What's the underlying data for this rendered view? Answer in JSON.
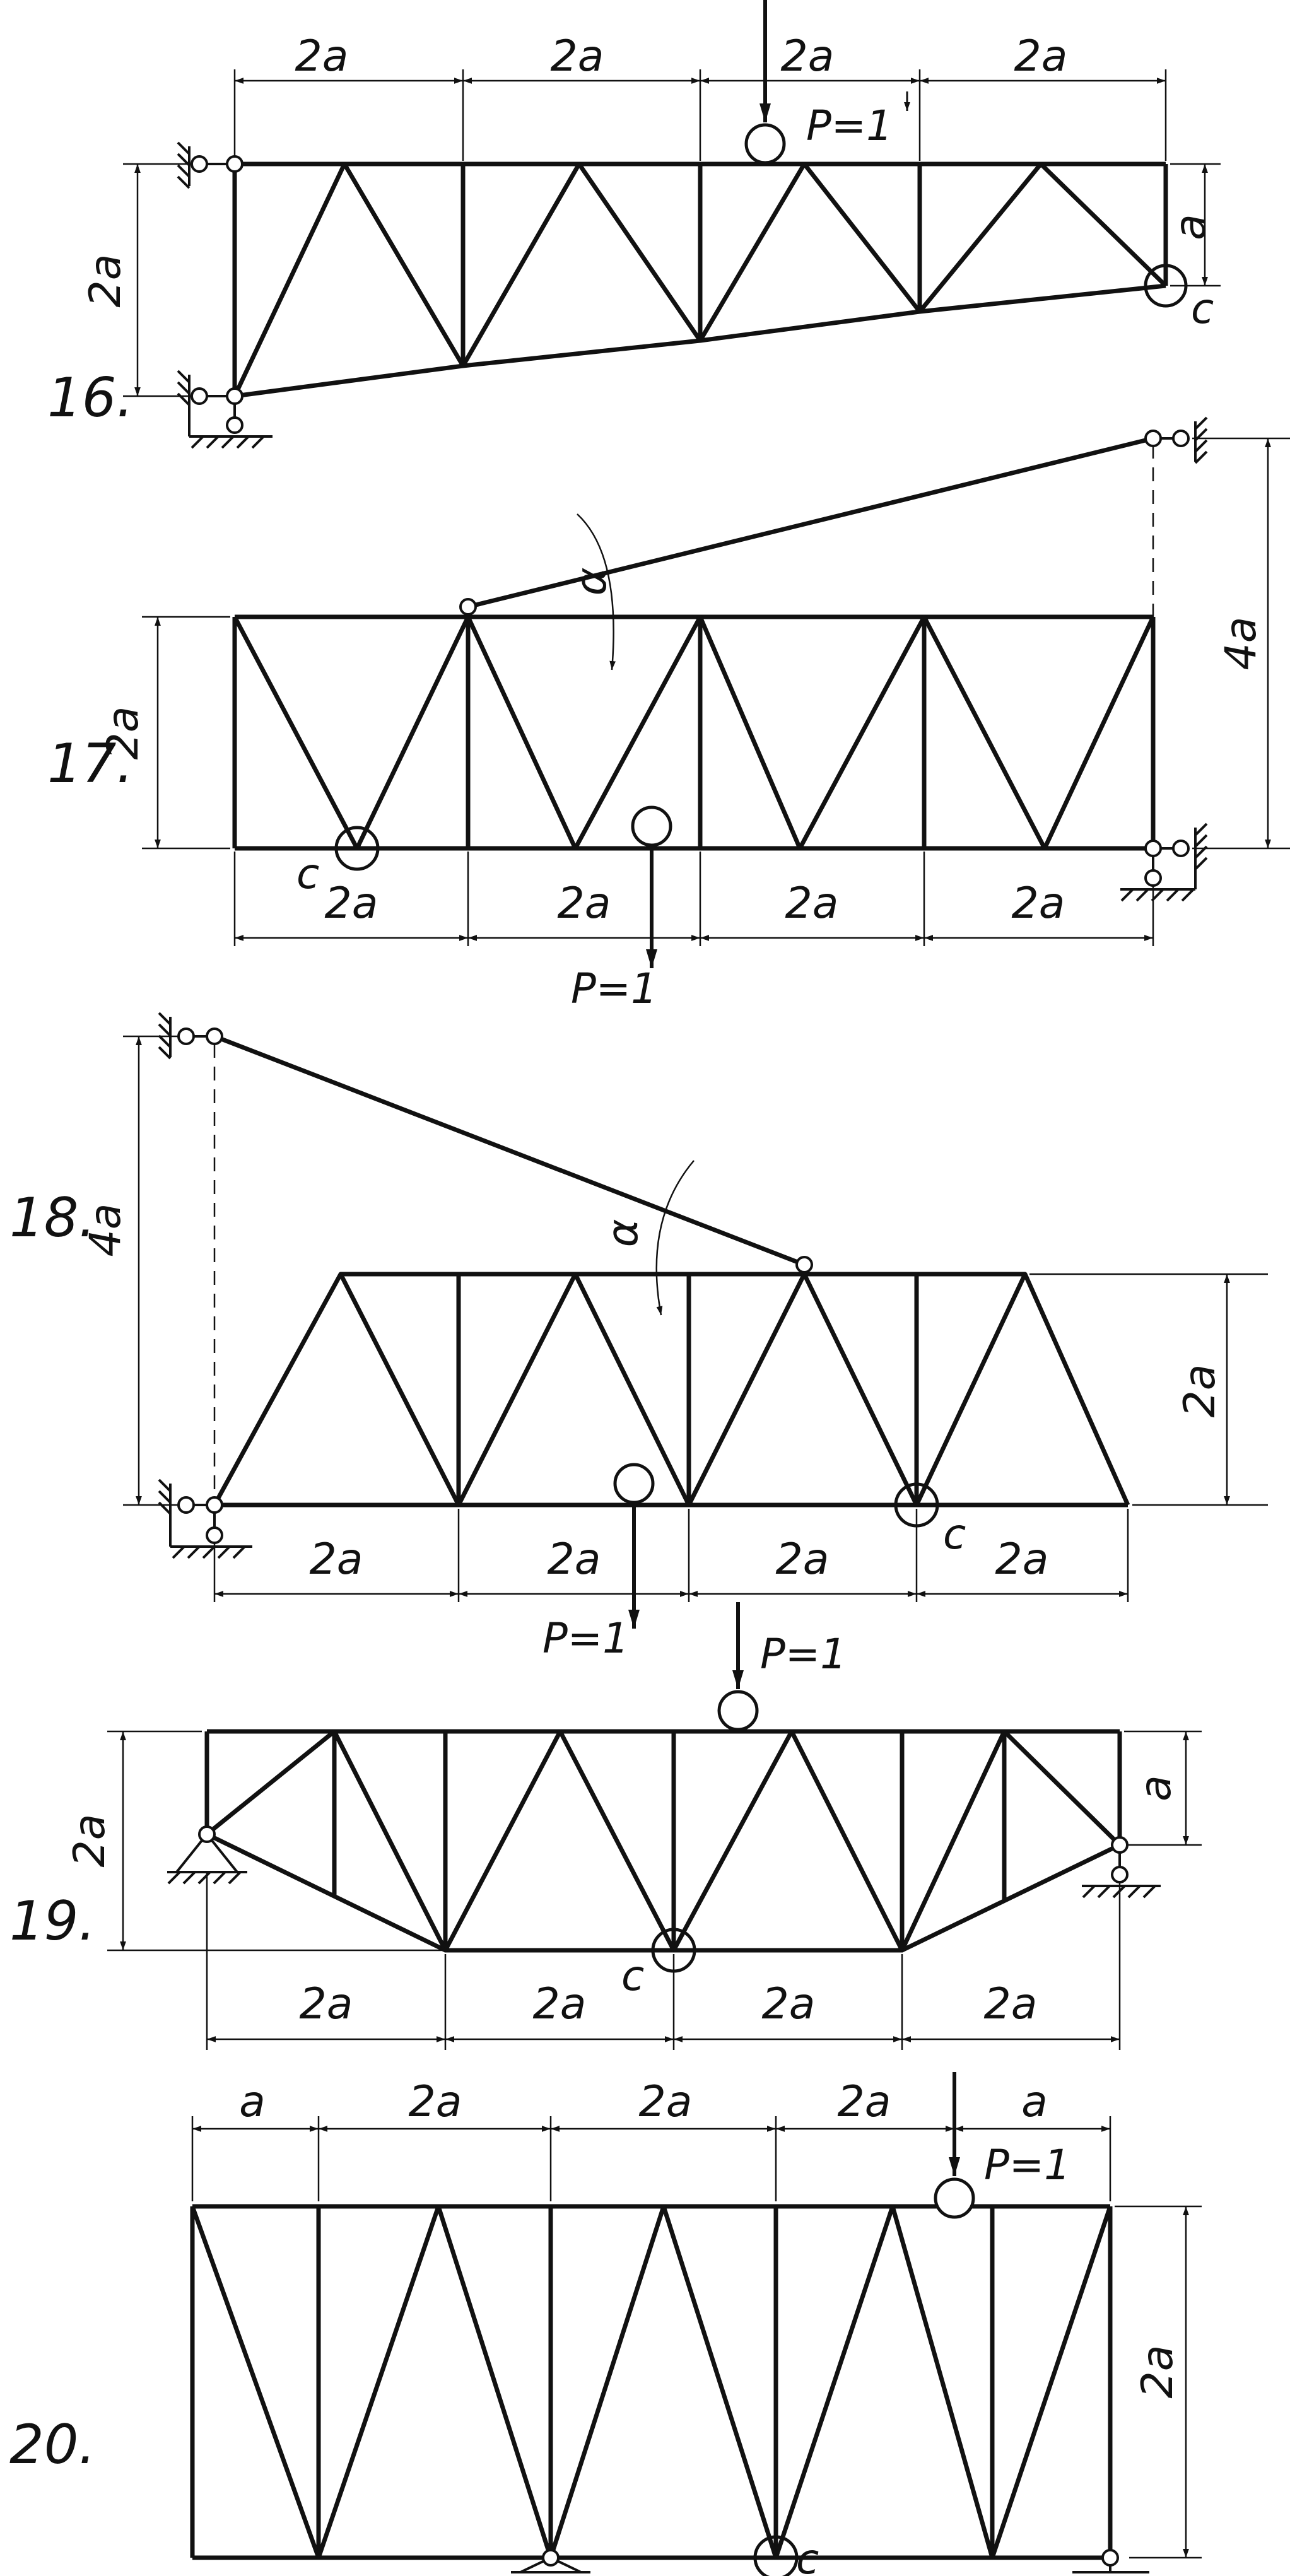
{
  "problems": [
    {
      "number": "16.",
      "dims_top": [
        "2a",
        "2a",
        "2a",
        "2a"
      ],
      "dims_side": [
        "2a",
        "a"
      ],
      "load": "P=1",
      "node": "c"
    },
    {
      "number": "17.",
      "dims_bottom": [
        "2a",
        "2a",
        "2a",
        "2a"
      ],
      "dims_side": [
        "2a",
        "4a"
      ],
      "load": "P=1",
      "node": "c",
      "angle": "α"
    },
    {
      "number": "18.",
      "dims_bottom": [
        "2a",
        "2a",
        "2a",
        "2a"
      ],
      "dims_side": [
        "4a",
        "2a"
      ],
      "load": "P=1",
      "node": "c",
      "angle": "α"
    },
    {
      "number": "19.",
      "dims_bottom": [
        "2a",
        "2a",
        "2a",
        "2a"
      ],
      "dims_side": [
        "2a",
        "a"
      ],
      "load": "P=1",
      "node": "c"
    },
    {
      "number": "20.",
      "dims_top": [
        "a",
        "2a",
        "2a",
        "2a",
        "a"
      ],
      "dims_side": [
        "2a"
      ],
      "load": "P=1",
      "node": "c"
    }
  ]
}
